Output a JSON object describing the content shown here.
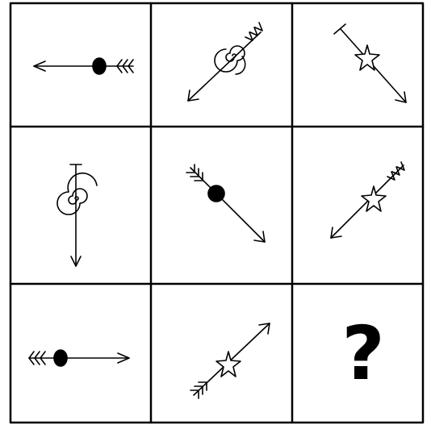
{
  "puzzle": {
    "missing_cell_symbol": "?",
    "rows": 3,
    "columns": 3,
    "cells": [
      {
        "row": 1,
        "col": 1,
        "arrow_direction": "left",
        "center_marker": "dot",
        "tail": "feathers"
      },
      {
        "row": 1,
        "col": 2,
        "arrow_direction": "down-left",
        "center_marker": "spiral",
        "tail": "feathers"
      },
      {
        "row": 1,
        "col": 3,
        "arrow_direction": "down-right",
        "center_marker": "star",
        "tail": "bar"
      },
      {
        "row": 2,
        "col": 1,
        "arrow_direction": "down",
        "center_marker": "spiral",
        "tail": "bar"
      },
      {
        "row": 2,
        "col": 2,
        "arrow_direction": "down-right",
        "center_marker": "dot",
        "tail": "feathers"
      },
      {
        "row": 2,
        "col": 3,
        "arrow_direction": "down-left",
        "center_marker": "star",
        "tail": "feathers"
      },
      {
        "row": 3,
        "col": 1,
        "arrow_direction": "right",
        "center_marker": "dot",
        "tail": "feathers"
      },
      {
        "row": 3,
        "col": 2,
        "arrow_direction": "up-right",
        "center_marker": "star",
        "tail": "feathers"
      },
      {
        "row": 3,
        "col": 3,
        "arrow_direction": "",
        "center_marker": "",
        "tail": "",
        "missing": true
      }
    ]
  },
  "colors": {
    "line": "#000000",
    "background": "#ffffff"
  }
}
